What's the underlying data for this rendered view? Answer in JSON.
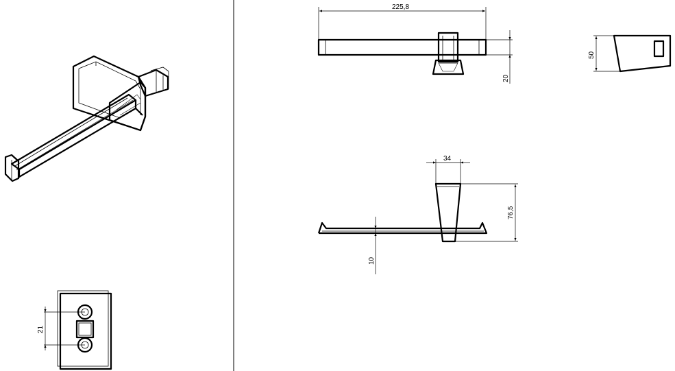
{
  "dimensions": {
    "total_length": "225,8",
    "mount_depth": "20",
    "plate_height": "50",
    "plate_width": "34",
    "overall_height": "76,5",
    "bar_thickness": "10",
    "hole_spacing": "21"
  }
}
